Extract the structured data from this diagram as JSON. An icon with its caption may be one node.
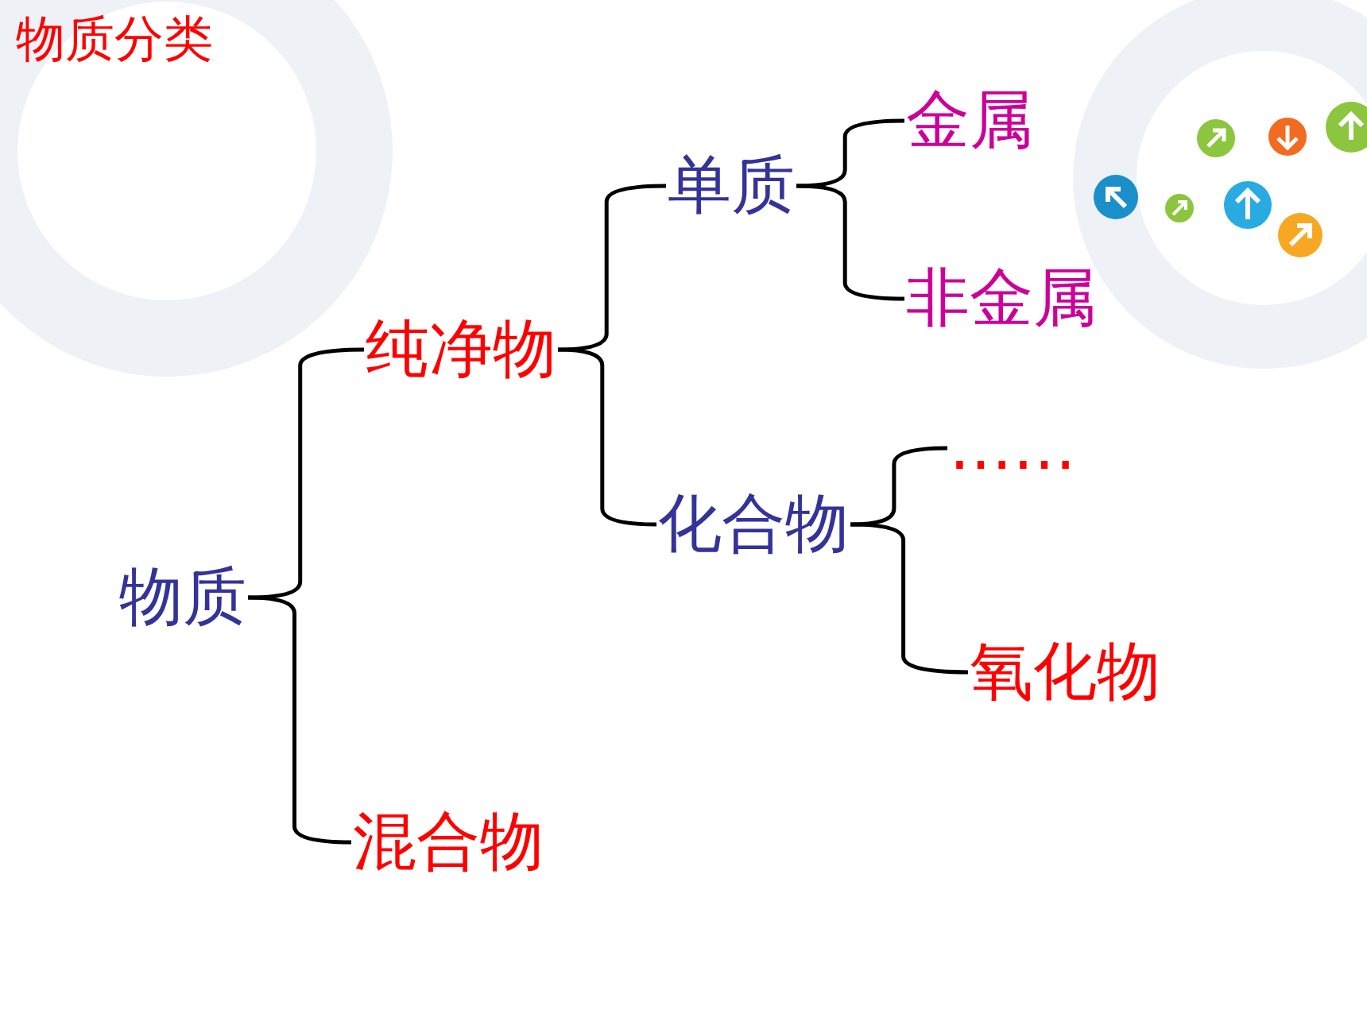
{
  "diagram": {
    "title": "物质分类",
    "nodes": [
      {
        "text": [
          "物质"
        ]
      },
      {
        "text": [
          "纯净物"
        ]
      },
      {
        "text": [
          "单质"
        ]
      },
      {
        "text": [
          "金属"
        ]
      },
      {
        "text": [
          "非金属"
        ]
      },
      {
        "text": [
          "化合物"
        ]
      },
      {
        "text": [
          "……"
        ]
      },
      {
        "text": [
          "氧化物"
        ]
      },
      {
        "text": [
          "混合物"
        ]
      }
    ],
    "edges": [
      {
        "from": 0,
        "to": 1,
        "arrow": "none"
      },
      {
        "from": 0,
        "to": 8,
        "arrow": "none"
      },
      {
        "from": 1,
        "to": 2,
        "arrow": "none"
      },
      {
        "from": 1,
        "to": 5,
        "arrow": "none"
      },
      {
        "from": 2,
        "to": 3,
        "arrow": "none"
      },
      {
        "from": 2,
        "to": 4,
        "arrow": "none"
      },
      {
        "from": 5,
        "to": 6,
        "arrow": "none"
      },
      {
        "from": 5,
        "to": 7,
        "arrow": "none"
      }
    ]
  }
}
